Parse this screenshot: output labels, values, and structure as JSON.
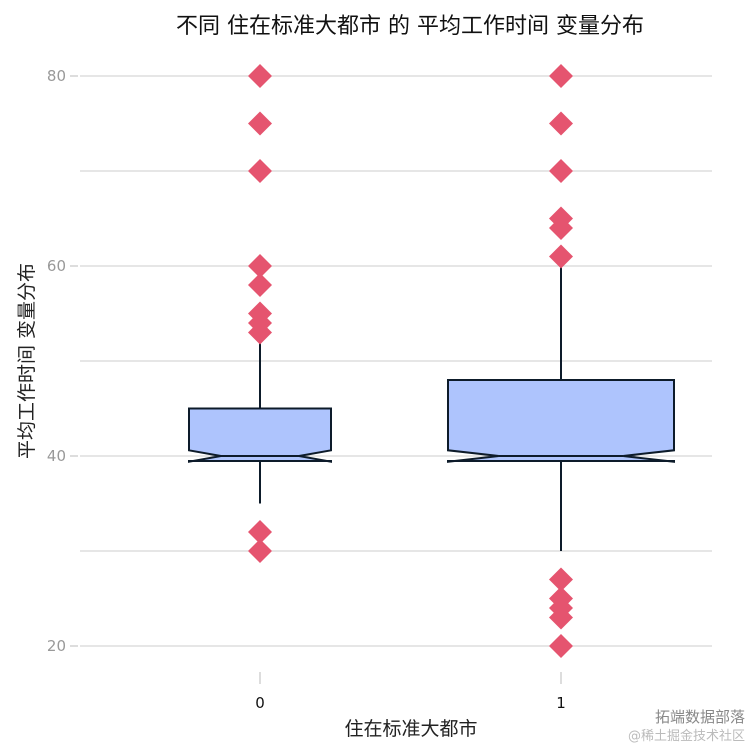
{
  "chart_data": {
    "type": "boxplot",
    "title": "不同 住在标准大都市 的 平均工作时间 变量分布",
    "xlabel": "住在标准大都市",
    "ylabel": "平均工作时间 变量分布",
    "categories": [
      "0",
      "1"
    ],
    "ylim": [
      17,
      84
    ],
    "yticks": [
      20,
      40,
      60,
      80
    ],
    "grid": true,
    "notched": true,
    "boxes": [
      {
        "category": "0",
        "q1": 40,
        "median": 40,
        "q3": 45,
        "whisker_low": 35,
        "whisker_high": 52,
        "notch_low": 39.4,
        "notch_high": 40.6,
        "outliers": [
          30,
          32,
          53,
          54,
          55,
          58,
          60,
          70,
          75,
          80
        ]
      },
      {
        "category": "1",
        "q1": 40,
        "median": 40,
        "q3": 48,
        "whisker_low": 30,
        "whisker_high": 60,
        "notch_low": 39.4,
        "notch_high": 40.6,
        "outliers": [
          20,
          23,
          24,
          25,
          27,
          61,
          64,
          65,
          70,
          75,
          80
        ]
      }
    ],
    "colors": {
      "box_fill": "#aec4fd",
      "box_stroke": "#0d1b2a",
      "outlier": "#e5546f",
      "grid": "#cccccc",
      "tick_label": "#999999"
    }
  },
  "watermark": {
    "line1": "拓端数据部落",
    "line2": "@稀土掘金技术社区"
  }
}
